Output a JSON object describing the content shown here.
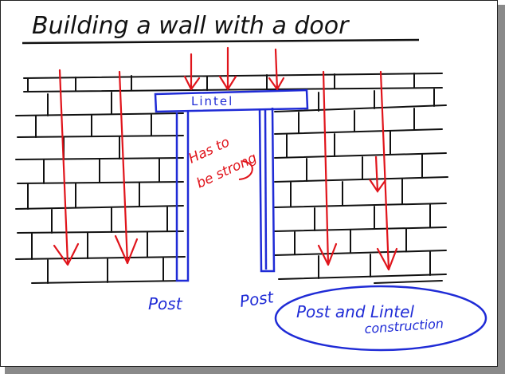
{
  "title": "Building a wall with a door",
  "lintel_label": "Lintel",
  "annotation_lines": [
    "Has to",
    "be strong"
  ],
  "post_left_label": "Post",
  "post_right_label": "Post",
  "caption_lines": [
    "Post and Lintel",
    "construction"
  ],
  "colors": {
    "ink": "#111111",
    "blue": "#1f2bd6",
    "red": "#e0141b"
  }
}
